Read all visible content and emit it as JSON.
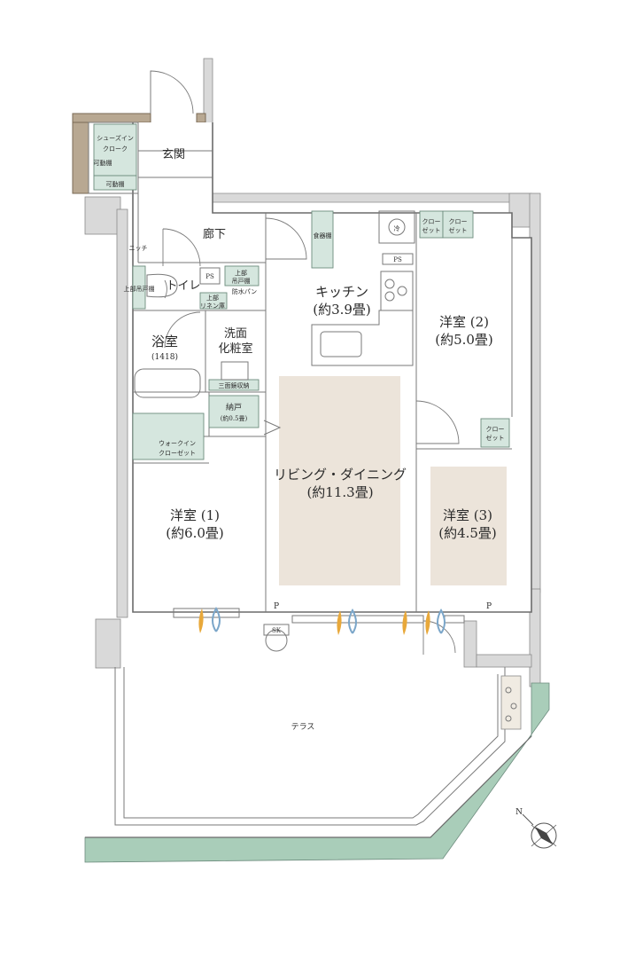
{
  "rooms": {
    "shoes_closet": "シューズイン\nクローク",
    "movable_shelf_v": "可動棚",
    "movable_shelf_h": "可動棚",
    "genkan": "玄関",
    "roka": "廊下",
    "niche": "ニッチ",
    "upper_shelf_left": "上部吊戸棚",
    "toilet": "トイレ",
    "ps_toilet": "PS",
    "upper_shelf_toilet": "上部\n吊戸棚",
    "waterproof_pan": "防水パン",
    "upper_linen": "上部\nリネン庫",
    "bath": "浴室",
    "bath_size": "(1418)",
    "washroom": "洗面\n化粧室",
    "mirror_storage": "三面鏡収納",
    "storage": "納戸",
    "storage_size": "(約0.5畳)",
    "walkin_closet": "ウォークイン\nクローゼット",
    "kitchen": "キッチン",
    "kitchen_size": "(約3.9畳)",
    "dish_shelf": "食器棚",
    "fridge": "冷",
    "ps_kitchen": "PS",
    "closet_a": "クロー\nゼット",
    "closet_b": "クロー\nゼット",
    "closet_c": "クロー\nゼット",
    "room2": "洋室 (2)",
    "room2_size": "(約5.0畳)",
    "ldk": "リビング・ダイニング",
    "ldk_size": "(約11.3畳)",
    "room1": "洋室 (1)",
    "room1_size": "(約6.0畳)",
    "room3": "洋室 (3)",
    "room3_size": "(約4.5畳)",
    "p_left": "P",
    "p_right": "P",
    "sk": "SK",
    "terrace": "テラス"
  },
  "compass": {
    "label": "N"
  },
  "colors": {
    "floor": "#ece4da",
    "storage": "#d5e6de",
    "wall_grey": "#d9d9d9",
    "planting": "#a9cdb9",
    "draft_orange": "#e8a83a",
    "draft_blue": "#7ba6c9"
  }
}
